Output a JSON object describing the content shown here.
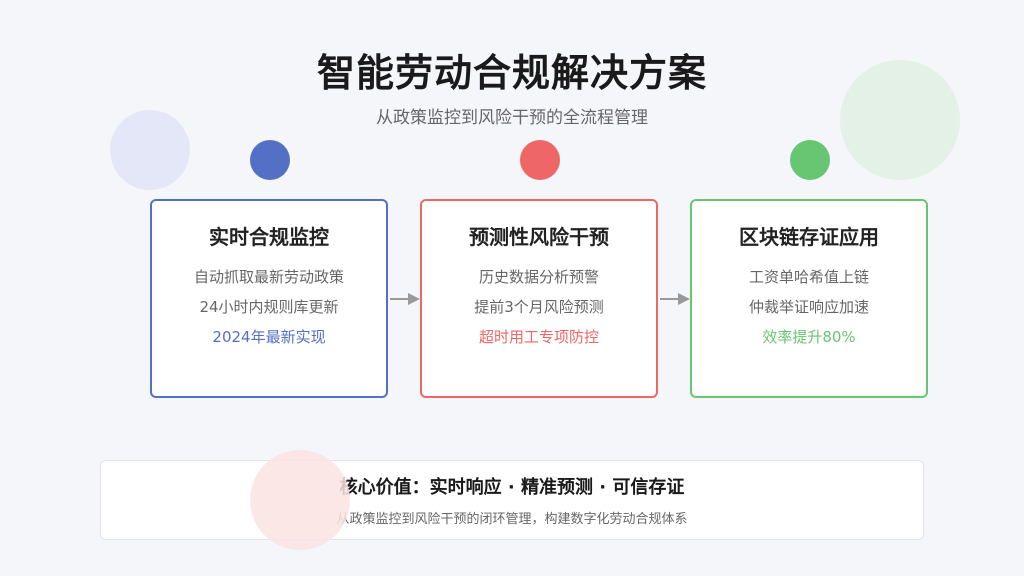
{
  "header": {
    "title": "智能劳动合规解决方案",
    "subtitle": "从政策监控到风险干预的全流程管理"
  },
  "cards": [
    {
      "title": "实时合规监控",
      "lines": [
        "自动抓取最新劳动政策",
        "24小时内规则库更新"
      ],
      "highlight": "2024年最新实现",
      "color": "#5470c6"
    },
    {
      "title": "预测性风险干预",
      "lines": [
        "历史数据分析预警",
        "提前3个月风险预测"
      ],
      "highlight": "超时用工专项防控",
      "color": "#ee6666"
    },
    {
      "title": "区块链存证应用",
      "lines": [
        "工资单哈希值上链",
        "仲裁举证响应加速"
      ],
      "highlight": "效率提升80%",
      "color": "#67c672"
    }
  ],
  "summary": {
    "title": "核心价值：实时响应 · 精准预测 · 可信存证",
    "text": "从政策监控到风险干预的闭环管理，构建数字化劳动合规体系"
  },
  "colors": {
    "blue": "#5470c6",
    "red": "#ee6666",
    "green": "#67c672",
    "arrow": "#999999"
  }
}
